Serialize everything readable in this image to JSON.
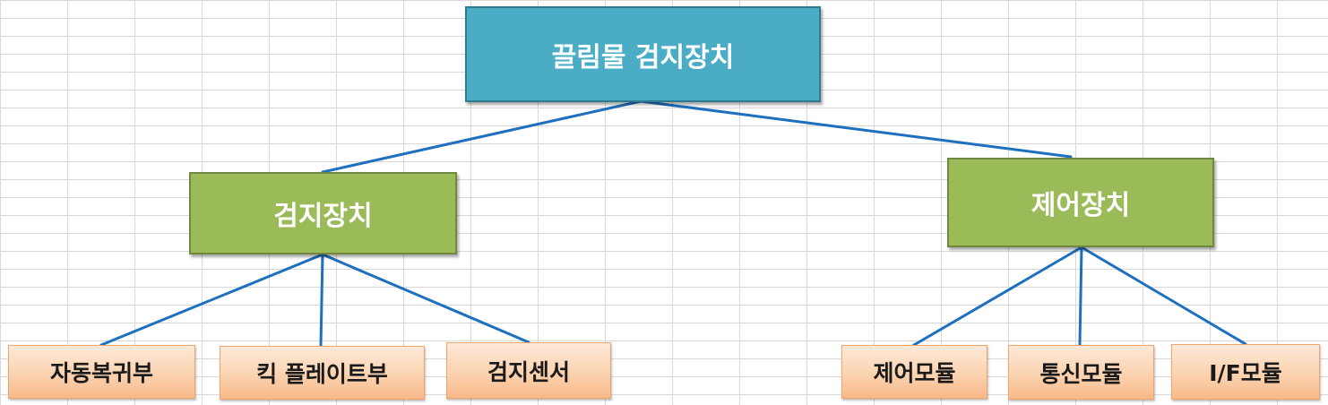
{
  "diagram": {
    "root": {
      "label": "끌림물 검지장치"
    },
    "branches": [
      {
        "label": "검지장치",
        "children": [
          {
            "label": "자동복귀부"
          },
          {
            "label": "킥 플레이트부"
          },
          {
            "label": "검지센서"
          }
        ]
      },
      {
        "label": "제어장치",
        "children": [
          {
            "label": "제어모듈"
          },
          {
            "label": "통신모듈"
          },
          {
            "label": "I/F모듈"
          }
        ]
      }
    ]
  },
  "colors": {
    "connector": "#1f6fbf",
    "root_fill": "#4bacc6",
    "branch_fill": "#9bbb59",
    "leaf_fill": "#fbd3b0",
    "grid": "#d9d9d9"
  }
}
